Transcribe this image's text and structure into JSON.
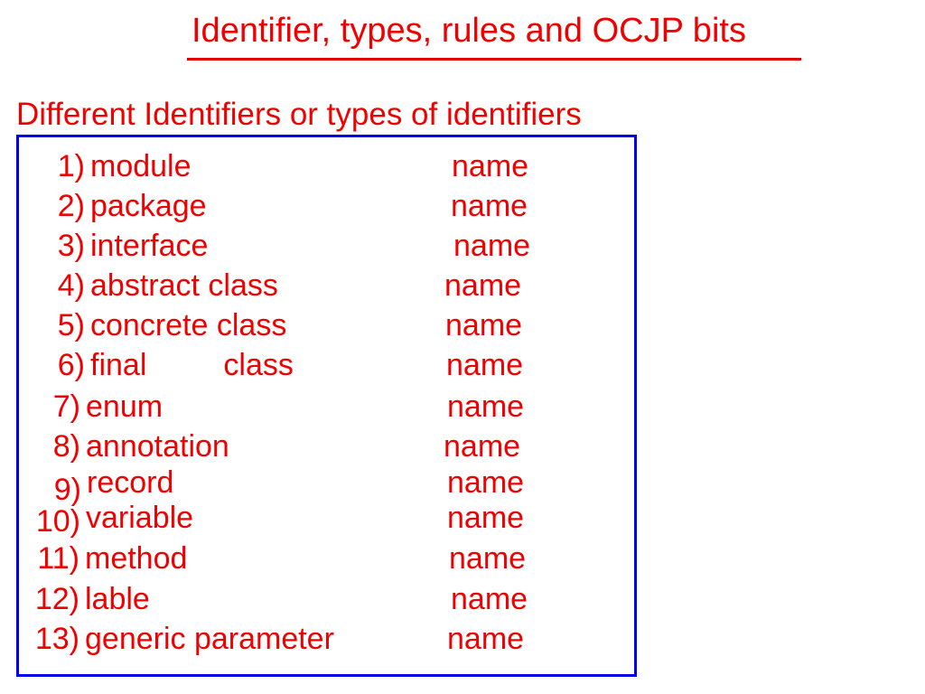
{
  "colors": {
    "text": "#f00000",
    "underline": "#e00000",
    "box_border": "#0000ee"
  },
  "title": "Identifier, types, rules and OCJP bits",
  "subtitle": "Different Identifiers or types of identifiers",
  "items": [
    {
      "number": "1)",
      "term": "module",
      "suffix": "name"
    },
    {
      "number": "2)",
      "term": "package",
      "suffix": "name"
    },
    {
      "number": "3)",
      "term": "interface",
      "suffix": "name"
    },
    {
      "number": "4)",
      "term": "abstract class",
      "suffix": "name"
    },
    {
      "number": "5)",
      "term": "concrete class",
      "suffix": "name"
    },
    {
      "number": "6)",
      "term": "final         class",
      "suffix": "name"
    },
    {
      "number": "7)",
      "term": "enum",
      "suffix": "name"
    },
    {
      "number": "8)",
      "term": "annotation",
      "suffix": "name"
    },
    {
      "number": "9)",
      "term": "record",
      "suffix": "name"
    },
    {
      "number": "10)",
      "term": "variable",
      "suffix": "name"
    },
    {
      "number": "11)",
      "term": "method",
      "suffix": "name"
    },
    {
      "number": "12)",
      "term": "lable",
      "suffix": "name"
    },
    {
      "number": "13)",
      "term": "generic parameter",
      "suffix": "name"
    }
  ]
}
